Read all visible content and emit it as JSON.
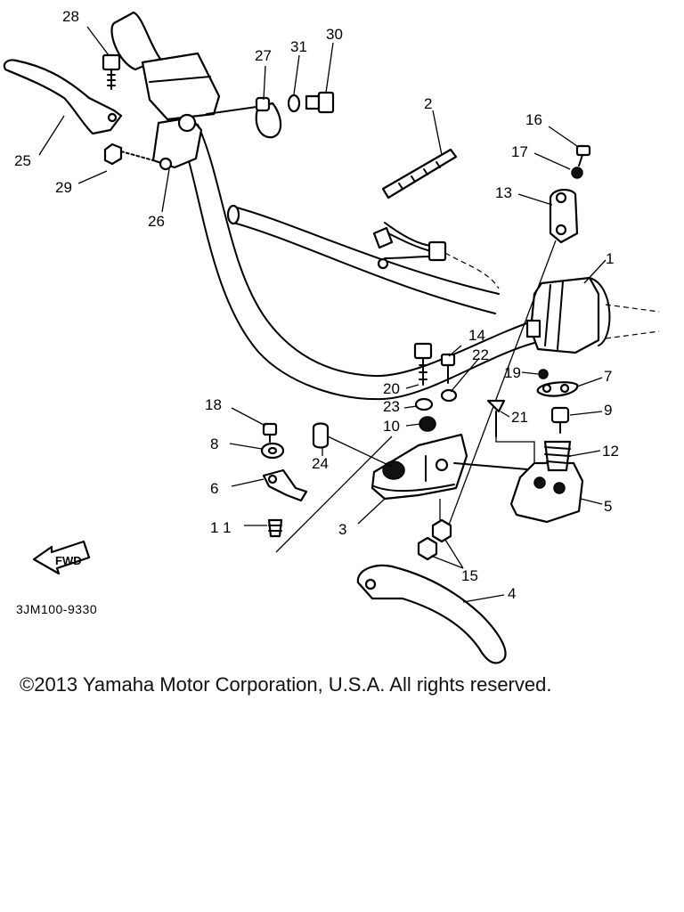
{
  "diagram": {
    "code": "3JM100-9330",
    "direction_label": "FWD",
    "callouts": [
      "1",
      "2",
      "3",
      "4",
      "5",
      "6",
      "7",
      "8",
      "9",
      "10",
      "1 1",
      "12",
      "13",
      "14",
      "15",
      "16",
      "17",
      "18",
      "19",
      "20",
      "21",
      "22",
      "23",
      "24",
      "25",
      "26",
      "27",
      "28",
      "29",
      "30",
      "31"
    ]
  },
  "footer": {
    "copyright": "©2013 Yamaha Motor Corporation, U.S.A. All rights reserved."
  }
}
